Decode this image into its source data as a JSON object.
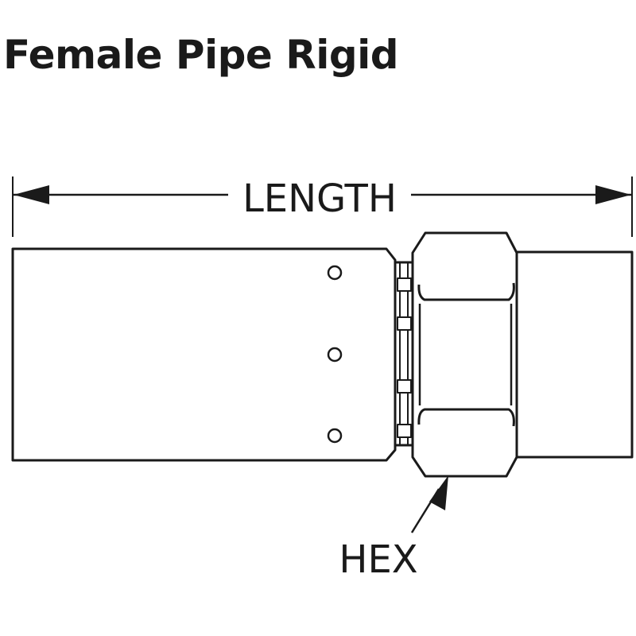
{
  "title": "Female Pipe Rigid",
  "dimensions": {
    "length_label": "LENGTH",
    "hex_label": "HEX"
  },
  "colors": {
    "ink": "#1a1a1a",
    "background": "#ffffff"
  }
}
